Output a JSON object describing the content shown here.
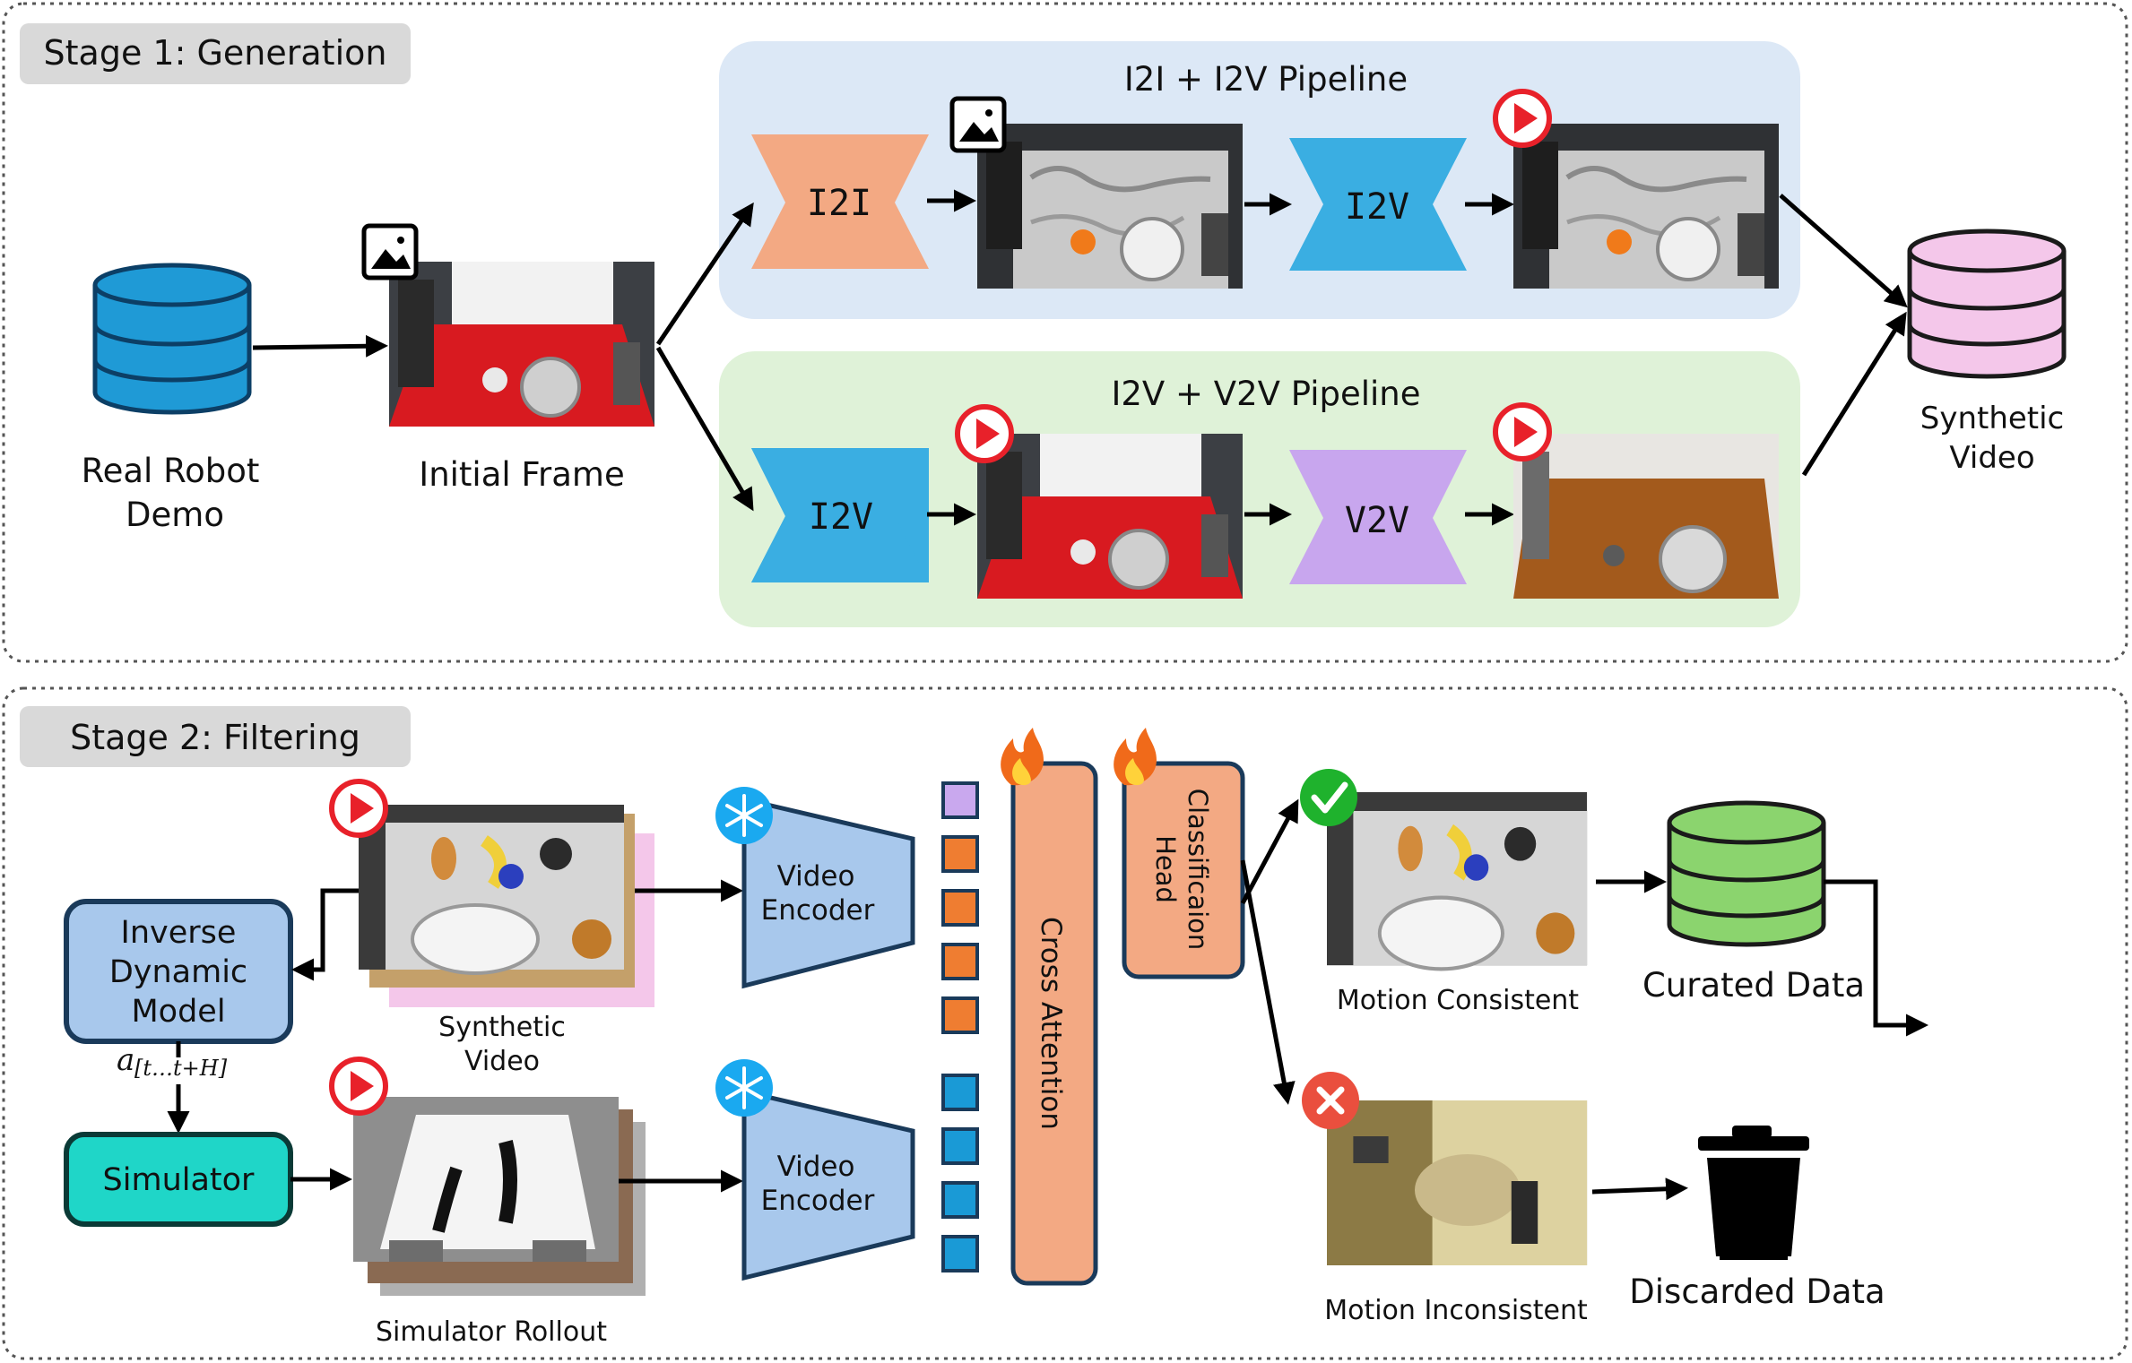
{
  "stage1": {
    "title": "Stage 1: Generation",
    "real_robot_demo": [
      "Real Robot",
      "Demo"
    ],
    "initial_frame": "Initial Frame",
    "pipeline_i2i_i2v": {
      "title": "I2I + I2V Pipeline",
      "model_a": "I2I",
      "model_b": "I2V"
    },
    "pipeline_i2v_v2v": {
      "title": "I2V + V2V Pipeline",
      "model_a": "I2V",
      "model_b": "V2V"
    },
    "synthetic_video": [
      "Synthetic",
      "Video"
    ]
  },
  "stage2": {
    "title": "Stage 2: Filtering",
    "synthetic_video": [
      "Synthetic",
      "Video"
    ],
    "inverse_dynamic_model": [
      "Inverse",
      "Dynamic",
      "Model"
    ],
    "action_symbol": "a",
    "action_subscript": "[t…t+H]",
    "simulator": "Simulator",
    "simulator_rollout": "Simulator Rollout",
    "video_encoder_top": [
      "Video",
      "Encoder"
    ],
    "video_encoder_bottom": [
      "Video",
      "Encoder"
    ],
    "cross_attention": "Cross Attention",
    "classification_head": [
      "Classificaion",
      "Head"
    ],
    "motion_consistent": "Motion Consistent",
    "motion_inconsistent": "Motion Inconsistent",
    "curated_data": "Curated Data",
    "discarded_data": "Discarded Data"
  },
  "colors": {
    "stage_label_bg": "#d9d9d9",
    "pipeline_blue_bg": "#dce8f6",
    "pipeline_green_bg": "#dff2d8",
    "db_blue": "#1f9ad6",
    "db_pink": "#f4c7ea",
    "db_green": "#8bd46e",
    "i2i_orange": "#f3a983",
    "i2v_blue": "#3aaee2",
    "v2v_purple": "#c8a6ee",
    "encoder_blue": "#a8c8ec",
    "idm_blue": "#a8c8ec",
    "simulator_teal": "#1fd6c8",
    "cross_attention_orange": "#f3a983",
    "token_orange": "#ef7d31",
    "token_blue": "#1a9ad6",
    "token_purple": "#c9a8ee",
    "play_red": "#e8212a",
    "check_green": "#1fb22d",
    "cross_red": "#ea4f3e"
  },
  "icons": [
    "database-icon",
    "image-icon",
    "play-icon",
    "snowflake-icon",
    "fire-icon",
    "check-icon",
    "cross-icon",
    "trash-icon"
  ]
}
